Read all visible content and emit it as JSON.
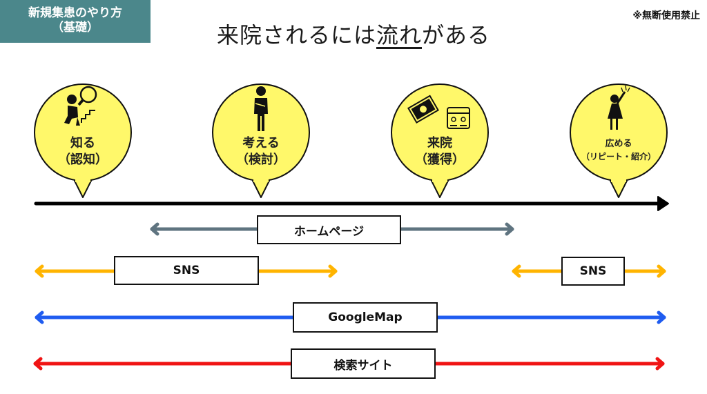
{
  "header": {
    "badge_line1": "新規集患のやり方",
    "badge_line2": "（基礎）",
    "copyright": "※無断使用禁止",
    "title_pre": "来院されるには",
    "title_emph": "流れ",
    "title_post": "がある"
  },
  "stages": [
    {
      "icon": "person-climbing-stairs-magnifier-icon",
      "label": "知る",
      "sub": "（認知）"
    },
    {
      "icon": "person-thinking-icon",
      "label": "考える",
      "sub": "（検討）"
    },
    {
      "icon": "money-and-calendar-appointment-icon",
      "label": "来院",
      "sub": "（獲得）"
    },
    {
      "icon": "person-cheering-icon",
      "label": "広める",
      "sub": "（リピート・紹介）"
    }
  ],
  "channels": [
    {
      "name": "ホームページ",
      "color": "#5f7480"
    },
    {
      "name": "SNS",
      "color": "#ffb400"
    },
    {
      "name": "SNS",
      "color": "#ffb400"
    },
    {
      "name": "GoogleMap",
      "color": "#1f5cf0"
    },
    {
      "name": "検索サイト",
      "color": "#f01414"
    }
  ],
  "colors": {
    "badge_bg": "#4b878b",
    "bubble_fill": "#fff86a",
    "timeline": "#000000"
  }
}
